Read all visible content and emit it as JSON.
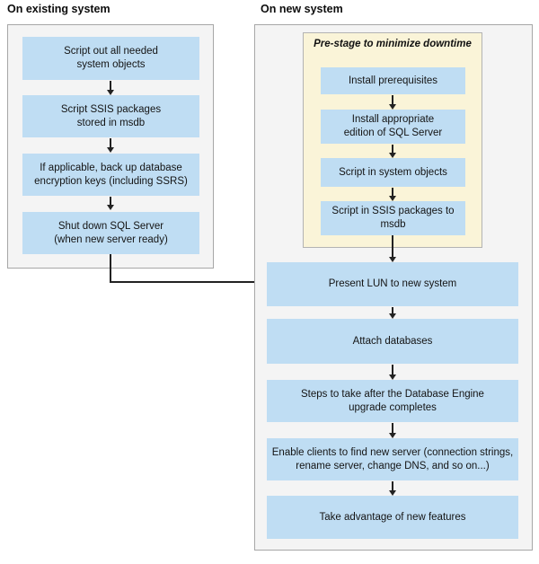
{
  "colors": {
    "box_blue": "#BFDDF3",
    "panel_gray": "#F4F4F4",
    "panel_border": "#A7A7A7",
    "prestage_yellow": "#FAF4D8",
    "prestage_border": "#B3B3B3",
    "arrow": "#222222"
  },
  "existing_system": {
    "title": "On existing system",
    "steps": [
      "Script out all needed system objects",
      "Script SSIS packages stored in msdb",
      "If applicable, back up database encryption keys (including SSRS)",
      "Shut down SQL Server (when new server ready)"
    ]
  },
  "new_system": {
    "title": "On new system",
    "prestage": {
      "title": "Pre-stage to minimize downtime",
      "steps": [
        "Install prerequisites",
        "Install appropriate edition of SQL Server",
        "Script in system objects",
        "Script in SSIS packages to msdb"
      ]
    },
    "steps": [
      "Present LUN to new system",
      "Attach databases",
      "Steps to take after the Database Engine upgrade completes",
      "Enable clients to find new server (connection strings, rename server, change DNS, and so on...)",
      "Take advantage of new features"
    ]
  }
}
